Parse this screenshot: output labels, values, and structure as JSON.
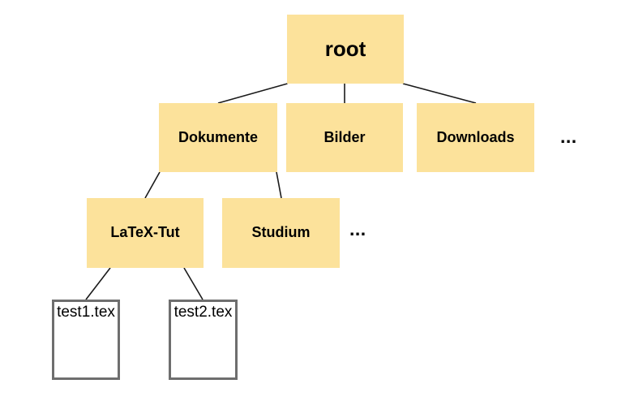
{
  "diagram": {
    "type": "tree",
    "description": "File system hierarchy diagram",
    "colors": {
      "background": "#ffffff",
      "folder_fill": "#fce29b",
      "file_fill": "#ffffff",
      "file_border": "#6e6e6e",
      "edge": "#1a1a1a",
      "text": "#000000"
    },
    "tree": {
      "root": {
        "label": "root"
      },
      "level1": [
        {
          "label": "Dokumente"
        },
        {
          "label": "Bilder"
        },
        {
          "label": "Downloads"
        }
      ],
      "level1_ellipsis": "...",
      "dokumente_children": [
        {
          "label": "LaTeX-Tut"
        },
        {
          "label": "Studium"
        }
      ],
      "dokumente_ellipsis": "...",
      "latex_tut_children": [
        {
          "label": "test1.tex"
        },
        {
          "label": "test2.tex"
        }
      ]
    },
    "structure": {
      "root": [
        "Dokumente",
        "Bilder",
        "Downloads",
        "..."
      ],
      "Dokumente": [
        "LaTeX-Tut",
        "Studium",
        "..."
      ],
      "LaTeX-Tut": [
        "test1.tex",
        "test2.tex"
      ]
    }
  }
}
